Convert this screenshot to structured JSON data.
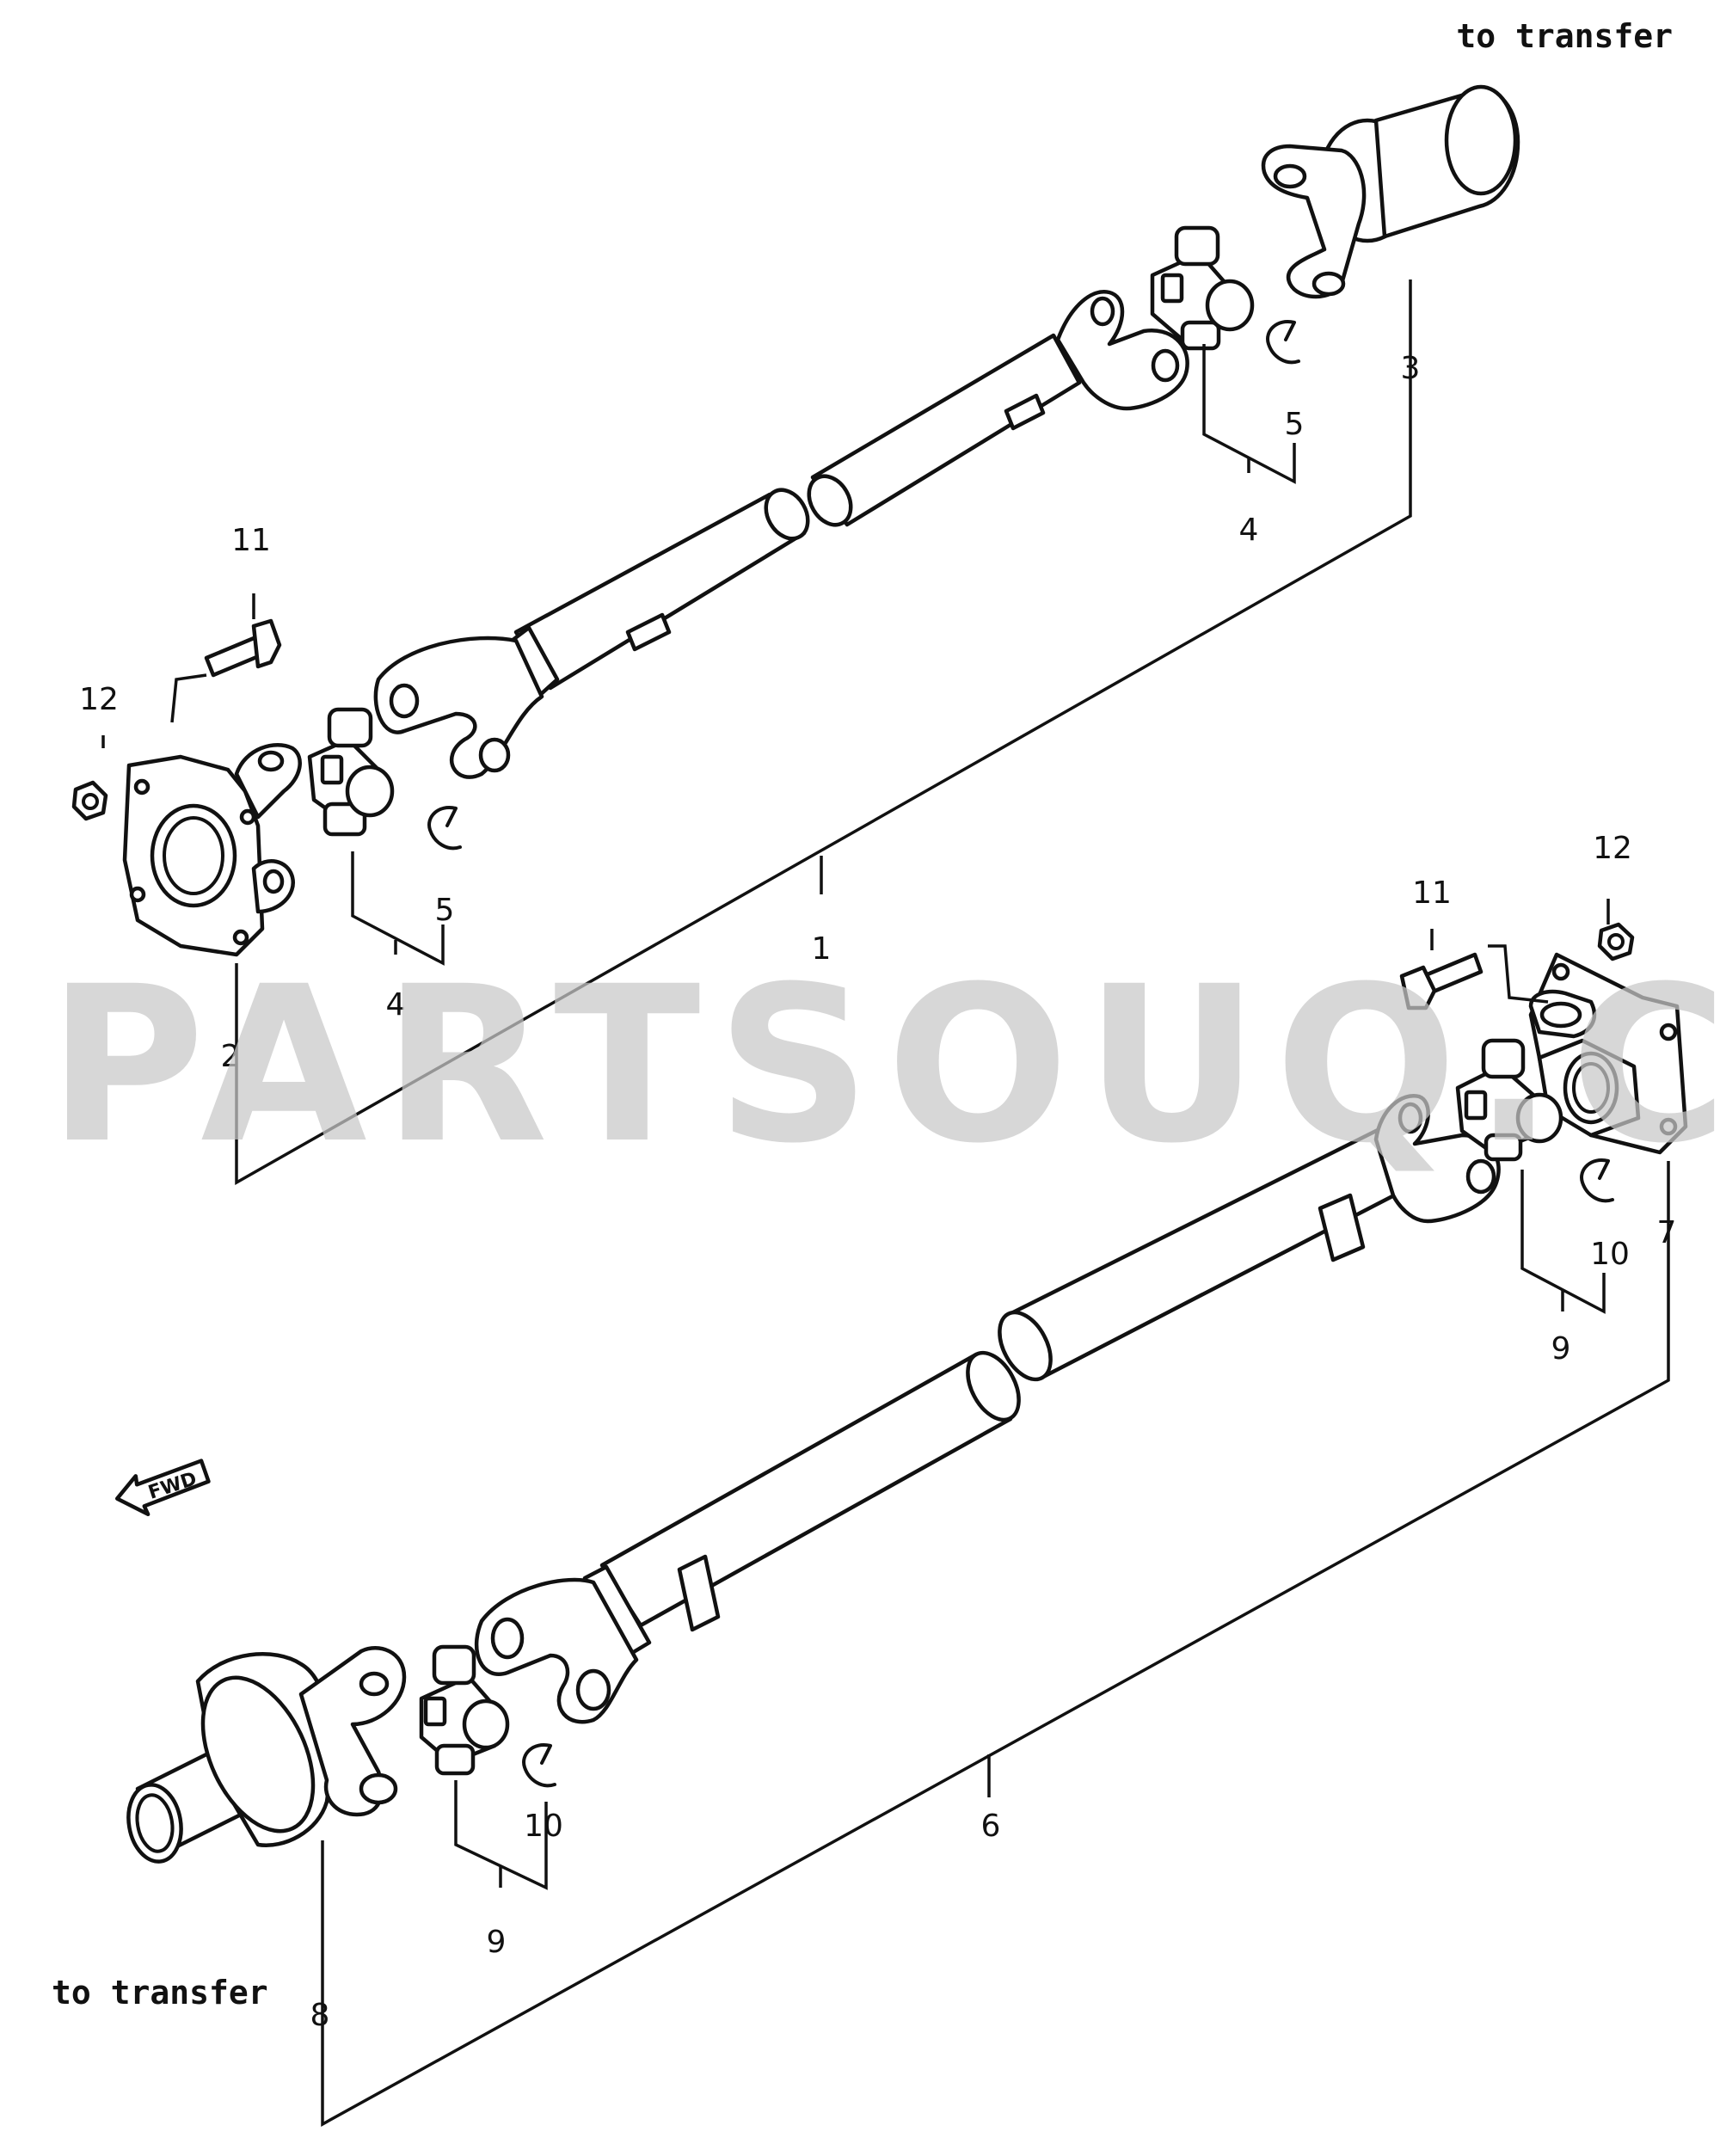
{
  "notes": {
    "top_right": "to transfer",
    "bottom_left": "to transfer"
  },
  "watermark": "PARTSOUQ.COM",
  "fwd_marker": {
    "label": "FWD",
    "icon": "forward-arrow-icon"
  },
  "callouts": [
    {
      "id": "c1",
      "label": "1"
    },
    {
      "id": "c2",
      "label": "2"
    },
    {
      "id": "c3",
      "label": "3"
    },
    {
      "id": "c4a",
      "label": "4"
    },
    {
      "id": "c4b",
      "label": "4"
    },
    {
      "id": "c5a",
      "label": "5"
    },
    {
      "id": "c5b",
      "label": "5"
    },
    {
      "id": "c6",
      "label": "6"
    },
    {
      "id": "c7",
      "label": "7"
    },
    {
      "id": "c8",
      "label": "8"
    },
    {
      "id": "c9a",
      "label": "9"
    },
    {
      "id": "c9b",
      "label": "9"
    },
    {
      "id": "c10a",
      "label": "10"
    },
    {
      "id": "c10b",
      "label": "10"
    },
    {
      "id": "c11a",
      "label": "11"
    },
    {
      "id": "c11b",
      "label": "11"
    },
    {
      "id": "c12a",
      "label": "12"
    },
    {
      "id": "c12b",
      "label": "12"
    }
  ],
  "colors": {
    "line": "#111111",
    "background": "#ffffff",
    "watermark": "#c8c8c8"
  }
}
